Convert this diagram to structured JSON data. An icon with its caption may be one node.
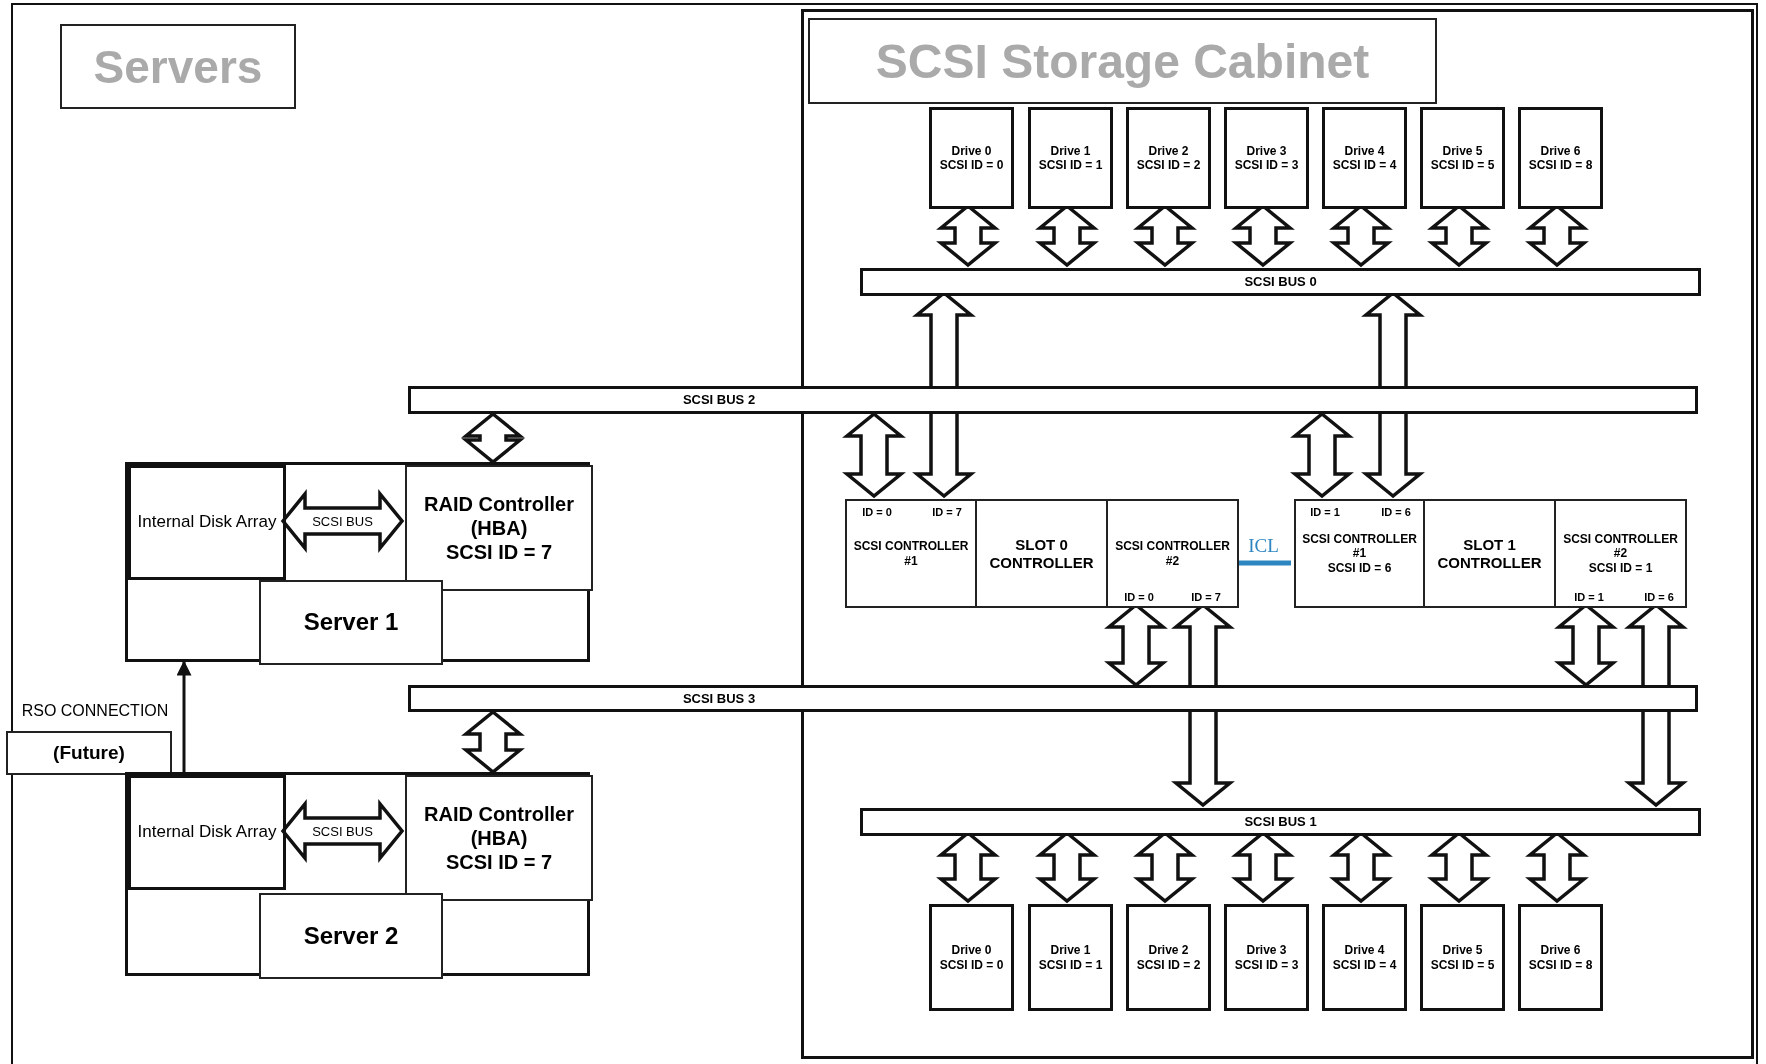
{
  "diagram": {
    "nodes": [
      {
        "text": [
          "Servers"
        ]
      },
      {
        "text": [
          "SCSI Storage Cabinet"
        ]
      },
      {
        "text": [
          "Drive 0",
          "SCSI ID = 0"
        ],
        "in": 1
      },
      {
        "text": [
          "Drive 1",
          "SCSI ID = 1"
        ],
        "in": 1
      },
      {
        "text": [
          "Drive 2",
          "SCSI ID = 2"
        ],
        "in": 1
      },
      {
        "text": [
          "Drive 3",
          "SCSI ID = 3"
        ],
        "in": 1
      },
      {
        "text": [
          "Drive 4",
          "SCSI ID = 4"
        ],
        "in": 1
      },
      {
        "text": [
          "Drive 5",
          "SCSI ID = 5"
        ],
        "in": 1
      },
      {
        "text": [
          "Drive 6",
          "SCSI ID = 8"
        ],
        "in": 1
      },
      {
        "text": [
          "SCSI BUS 0"
        ],
        "in": 1
      },
      {
        "text": [
          "SCSI BUS 2"
        ]
      },
      {
        "text": [],
        "shape": "box"
      },
      {
        "text": [
          "Internal Disk Array"
        ],
        "in": 11
      },
      {
        "text": [
          "RAID Controller (HBA)",
          "SCSI ID = 7"
        ],
        "in": 11
      },
      {
        "text": [
          "ID = 0",
          "ID = 7",
          "SCSI CONTROLLER #1"
        ],
        "in": 1
      },
      {
        "text": [
          "SLOT 0 CONTROLLER"
        ],
        "in": 1
      },
      {
        "text": [
          "SCSI CONTROLLER #2",
          "ID = 0",
          "ID = 7"
        ],
        "in": 1
      },
      {
        "text": [
          "ID = 1",
          "ID = 6",
          "SCSI CONTROLLER #1",
          "SCSI ID = 6"
        ],
        "in": 1
      },
      {
        "text": [
          "SLOT 1 CONTROLLER"
        ],
        "in": 1
      },
      {
        "text": [
          "SCSI CONTROLLER #2",
          "SCSI ID = 1",
          "ID = 1",
          "ID = 6"
        ],
        "in": 1
      },
      {
        "text": [
          "Server 1"
        ],
        "in": 11
      },
      {
        "text": [
          "(Future)"
        ]
      },
      {
        "text": [
          "SCSI BUS 3"
        ]
      },
      {
        "text": [],
        "shape": "box"
      },
      {
        "text": [
          "Internal Disk Array"
        ],
        "in": 23
      },
      {
        "text": [
          "RAID Controller (HBA)",
          "SCSI ID = 7"
        ],
        "in": 23
      },
      {
        "text": [
          "SCSI BUS 1"
        ],
        "in": 1
      },
      {
        "text": [
          "Server 2"
        ],
        "in": 23
      },
      {
        "text": [
          "Drive 0",
          "SCSI ID = 0"
        ],
        "in": 1
      },
      {
        "text": [
          "Drive 1",
          "SCSI ID = 1"
        ],
        "in": 1
      },
      {
        "text": [
          "Drive 2",
          "SCSI ID = 2"
        ],
        "in": 1
      },
      {
        "text": [
          "Drive 3",
          "SCSI ID = 3"
        ],
        "in": 1
      },
      {
        "text": [
          "Drive 4",
          "SCSI ID = 4"
        ],
        "in": 1
      },
      {
        "text": [
          "Drive 5",
          "SCSI ID = 5"
        ],
        "in": 1
      },
      {
        "text": [
          "Drive 6",
          "SCSI ID = 8"
        ],
        "in": 1
      }
    ],
    "edges": [
      {
        "from": 2,
        "to": 9,
        "arrow": "both",
        "style": "thick"
      },
      {
        "from": 3,
        "to": 9,
        "arrow": "both",
        "style": "thick"
      },
      {
        "from": 4,
        "to": 9,
        "arrow": "both",
        "style": "thick"
      },
      {
        "from": 5,
        "to": 9,
        "arrow": "both",
        "style": "thick"
      },
      {
        "from": 6,
        "to": 9,
        "arrow": "both",
        "style": "thick"
      },
      {
        "from": 7,
        "to": 9,
        "arrow": "both",
        "style": "thick"
      },
      {
        "from": 8,
        "to": 9,
        "arrow": "both",
        "style": "thick"
      },
      {
        "from": 10,
        "to": 13,
        "arrow": "both",
        "style": "thick"
      },
      {
        "from": 12,
        "to": 13,
        "arrow": "both",
        "style": "thick",
        "label": "SCSI BUS"
      },
      {
        "from": 10,
        "to": 14,
        "arrow": "both",
        "style": "thick"
      },
      {
        "from": 14,
        "to": 9,
        "arrow": "both",
        "style": "thick"
      },
      {
        "from": 10,
        "to": 17,
        "arrow": "both",
        "style": "thick"
      },
      {
        "from": 17,
        "to": 9,
        "arrow": "both",
        "style": "thick"
      },
      {
        "from": 16,
        "to": 17,
        "arrow": "none",
        "label": "ICL",
        "color": "#2e86c1"
      },
      {
        "from": 16,
        "to": 22,
        "arrow": "both",
        "style": "thick"
      },
      {
        "from": 16,
        "to": 26,
        "arrow": "both",
        "style": "thick"
      },
      {
        "from": 19,
        "to": 22,
        "arrow": "both",
        "style": "thick"
      },
      {
        "from": 19,
        "to": 26,
        "arrow": "both",
        "style": "thick"
      },
      {
        "from": 22,
        "to": 25,
        "arrow": "both",
        "style": "thick"
      },
      {
        "from": 24,
        "to": 25,
        "arrow": "both",
        "style": "thick",
        "label": "SCSI BUS"
      },
      {
        "from": 26,
        "to": 28,
        "arrow": "both",
        "style": "thick"
      },
      {
        "from": 26,
        "to": 29,
        "arrow": "both",
        "style": "thick"
      },
      {
        "from": 26,
        "to": 30,
        "arrow": "both",
        "style": "thick"
      },
      {
        "from": 26,
        "to": 31,
        "arrow": "both",
        "style": "thick"
      },
      {
        "from": 26,
        "to": 32,
        "arrow": "both",
        "style": "thick"
      },
      {
        "from": 26,
        "to": 33,
        "arrow": "both",
        "style": "thick"
      },
      {
        "from": 26,
        "to": 34,
        "arrow": "both",
        "style": "thick"
      },
      {
        "from": 23,
        "to": 11,
        "arrow": "to",
        "color": "#111111"
      }
    ],
    "labels": [
      "RSO CONNECTION"
    ]
  }
}
